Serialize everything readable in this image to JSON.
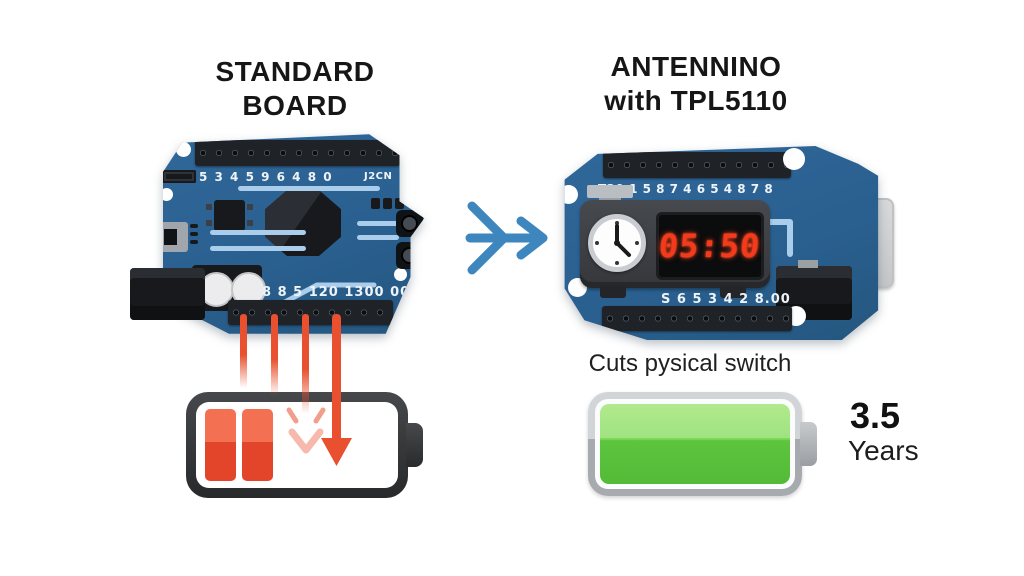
{
  "diagram": {
    "left": {
      "title_line1": "STANDARD",
      "title_line2": "BOARD",
      "board": {
        "top_pin_labels": "5 3 4 5 9 6 4 8 0",
        "top_pin_labels_right": "J2CN",
        "bottom_pin_labels": "8 8 5 120 1300 00"
      }
    },
    "right": {
      "title_line1": "ANTENNINO",
      "title_line2": "with TPL5110",
      "board": {
        "top_pin_labels": "T20 1 5 8 7 4 6 5 4 8 7 8",
        "bottom_pin_labels": "S 6 5 3 4 2 8.00",
        "timer_display": "05:50"
      },
      "caption": "Cuts pysical switch",
      "battery_duration_value": "3.5",
      "battery_duration_unit": "Years"
    },
    "icons": {
      "transition_arrow": "arrow-right",
      "timer_clock": "analog-clock",
      "battery_low": "battery-low-red",
      "battery_full": "battery-full-green",
      "drain_arrows": "red-down-arrows"
    },
    "colors": {
      "background": "#ffffff",
      "board_blue": "#2b6292",
      "trace_blue": "#a9cdea",
      "accent_red": "#e8502f",
      "arrow_blue": "#3d86be",
      "battery_green": "#5cc43e",
      "display_red": "#f5391d",
      "text_dark": "#161616"
    }
  }
}
